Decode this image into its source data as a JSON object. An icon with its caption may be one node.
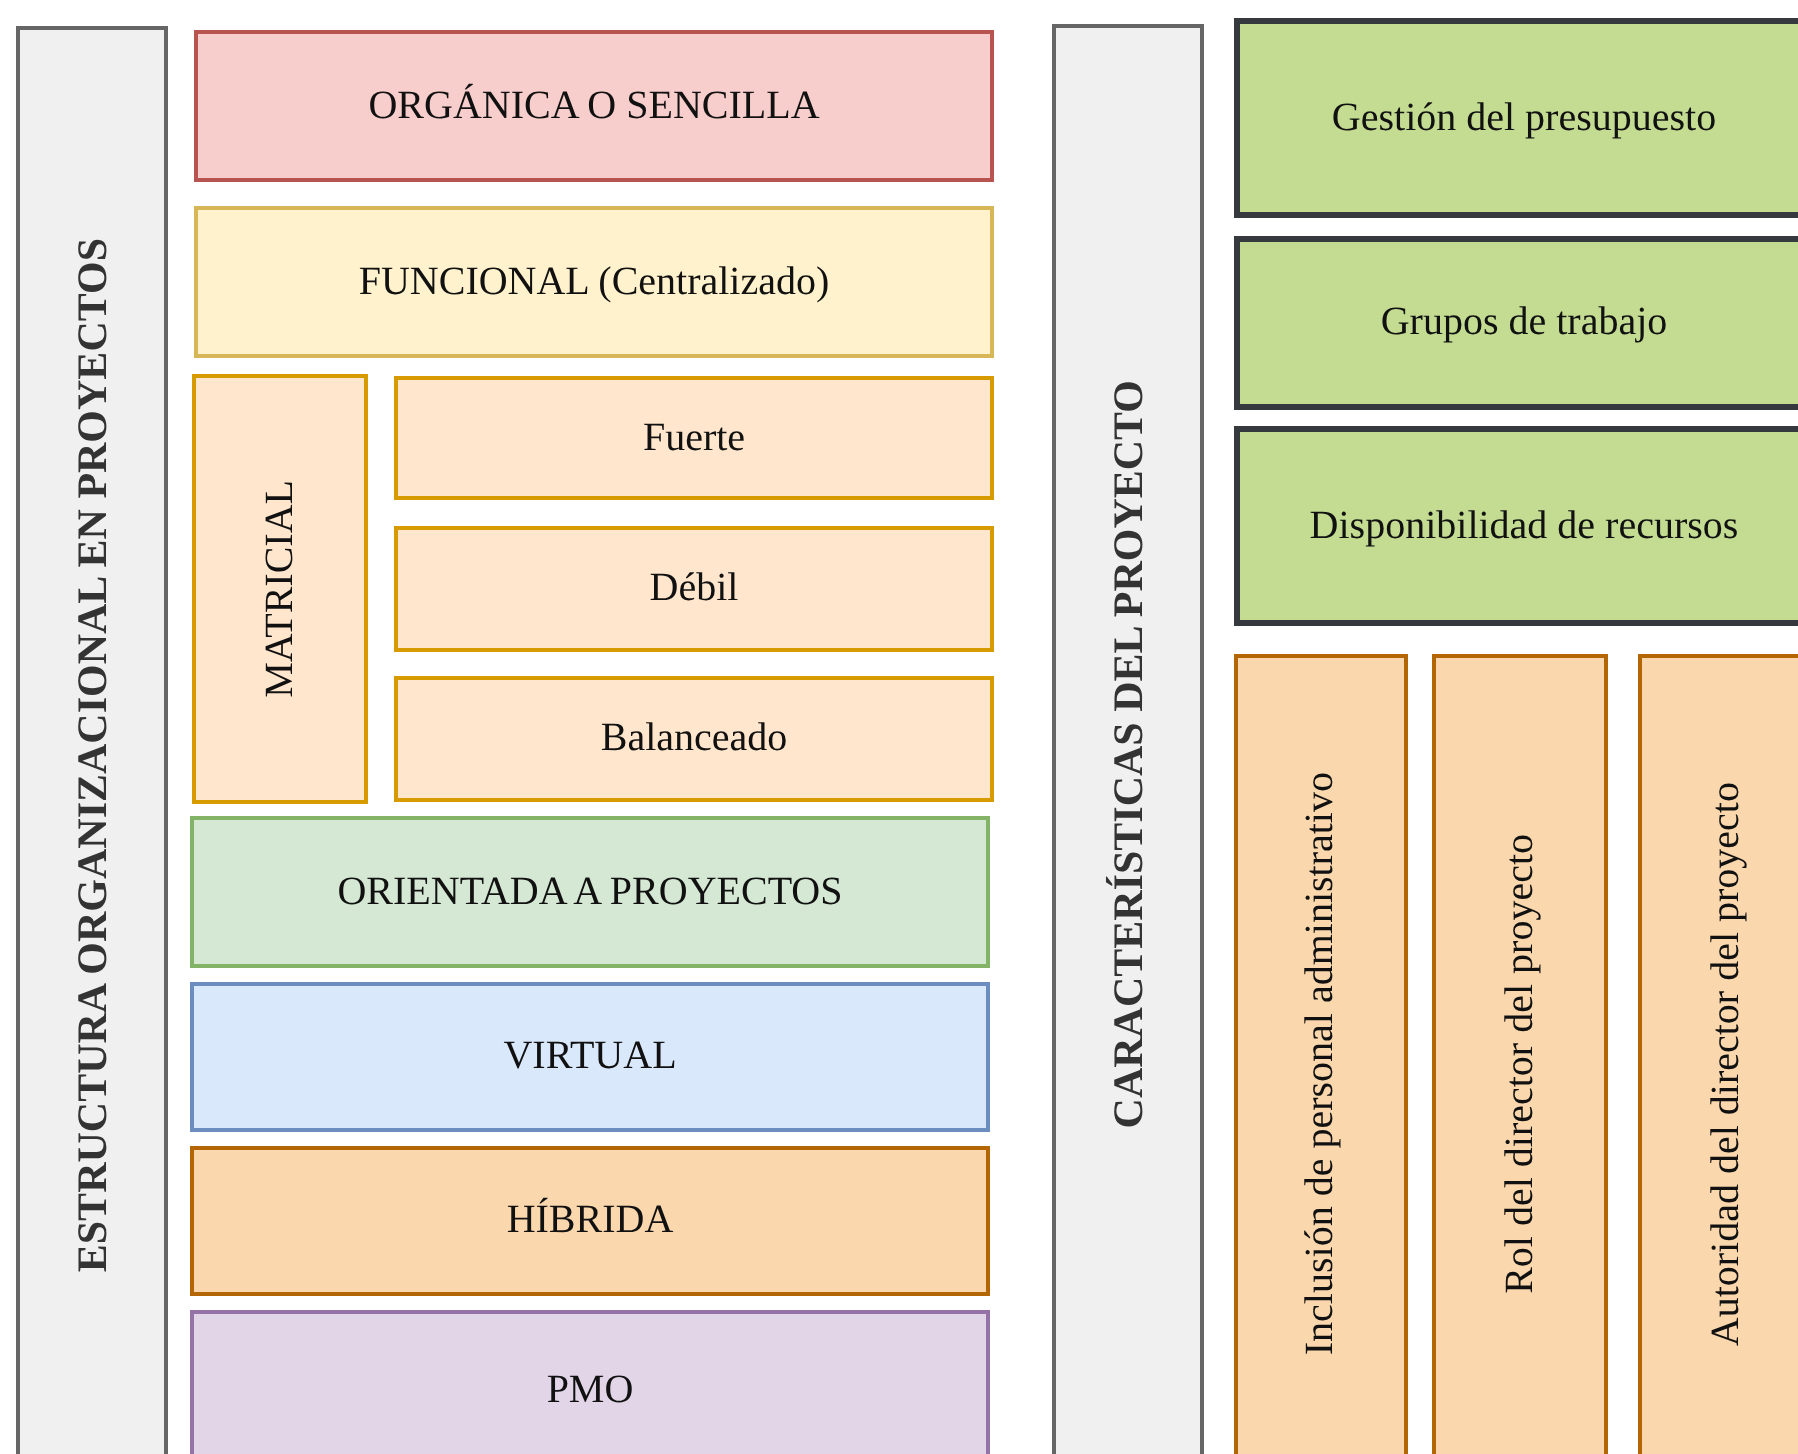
{
  "diagram": {
    "nodes": [
      {
        "text": [
          "ESTRUCTURA ORGANIZACIONAL EN PROYECTOS"
        ]
      },
      {
        "text": [
          "ORGÁNICA O SENCILLA"
        ]
      },
      {
        "text": [
          "FUNCIONAL (Centralizado)"
        ]
      },
      {
        "text": [
          "MATRICIAL"
        ]
      },
      {
        "text": [
          "Fuerte"
        ]
      },
      {
        "text": [
          "Débil"
        ]
      },
      {
        "text": [
          "Balanceado"
        ]
      },
      {
        "text": [
          "ORIENTADA A PROYECTOS"
        ]
      },
      {
        "text": [
          "VIRTUAL"
        ]
      },
      {
        "text": [
          "HÍBRIDA"
        ]
      },
      {
        "text": [
          "PMO"
        ]
      },
      {
        "text": [
          "CARACTERÍSTICAS DEL PROYECTO"
        ]
      },
      {
        "text": [
          "Gestión del presupuesto"
        ]
      },
      {
        "text": [
          "Grupos de trabajo"
        ]
      },
      {
        "text": [
          "Disponibilidad de recursos"
        ]
      },
      {
        "text": [
          "Inclusión de personal administrativo"
        ]
      },
      {
        "text": [
          "Rol del director del proyecto"
        ]
      },
      {
        "text": [
          "Autoridad del director del proyecto"
        ]
      }
    ]
  }
}
